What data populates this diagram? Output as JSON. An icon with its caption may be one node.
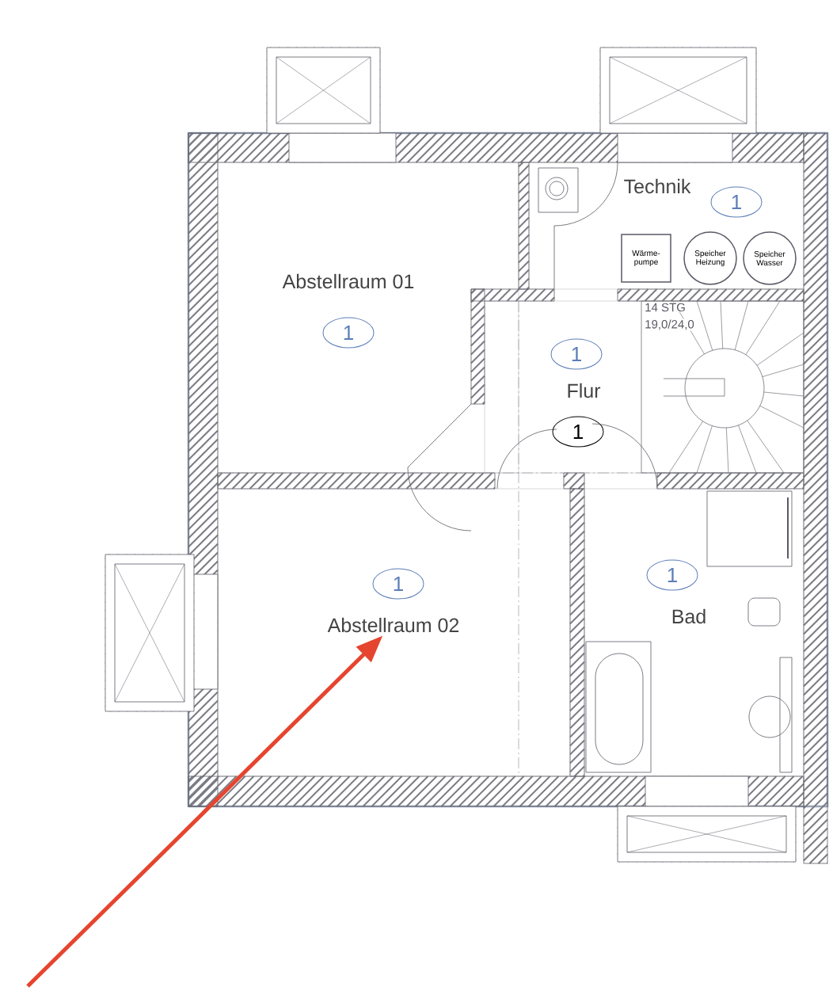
{
  "diagram": {
    "nodes": [
      {
        "text": [
          "Abstellraum 01"
        ]
      },
      {
        "text": [
          "1"
        ]
      },
      {
        "text": [
          "Technik"
        ]
      },
      {
        "text": [
          "1"
        ]
      },
      {
        "text": [
          "Wärme- pumpe"
        ]
      },
      {
        "text": [
          "Speicher Heizung"
        ]
      },
      {
        "text": [
          "Speicher Wasser"
        ]
      },
      {
        "text": [
          "1"
        ]
      },
      {
        "text": [
          "Flur"
        ]
      },
      {
        "text": [
          "1"
        ]
      },
      {
        "text": [
          "1"
        ]
      },
      {
        "text": [
          "Abstellraum 02"
        ]
      },
      {
        "text": [
          "1"
        ]
      },
      {
        "text": [
          "Bad"
        ]
      }
    ],
    "edges": [
      {
        "from": null,
        "to": 11,
        "arrow": "to",
        "color": "#e5452f"
      }
    ],
    "labels": [
      "14 STG",
      "19,0/24,0"
    ]
  }
}
